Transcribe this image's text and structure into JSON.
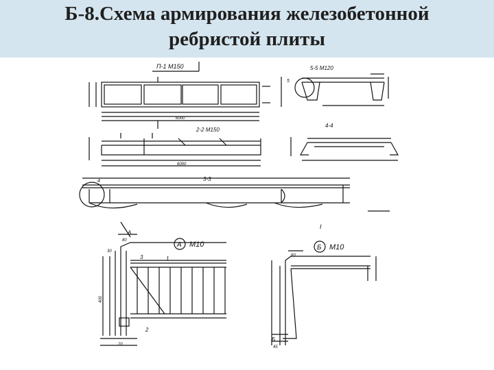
{
  "title": {
    "line1": "Б-8.Схема армирования железобетонной",
    "line2": "ребристой плиты"
  },
  "drawing": {
    "plan_label": "П-1 М150",
    "section_55_label": "5-5 М120",
    "section_22_label": "2-2 М150",
    "section_44_label": "4-4",
    "section_33_label": "3-3",
    "detail_a_label": "М10",
    "detail_a_letter": "А",
    "detail_b_label": "М10",
    "detail_b_letter": "Б",
    "dim_total": "6000",
    "dim_400": "400",
    "dim_80": "80",
    "dim_30": "30",
    "dim_60": "60",
    "dim_20": "20",
    "dim_45": "45",
    "mark_1": "1",
    "mark_2": "2",
    "mark_3": "3",
    "mark_4": "4",
    "mark_5": "5",
    "mark_A": "А",
    "mark_B": "Б",
    "mark_I": "I"
  }
}
